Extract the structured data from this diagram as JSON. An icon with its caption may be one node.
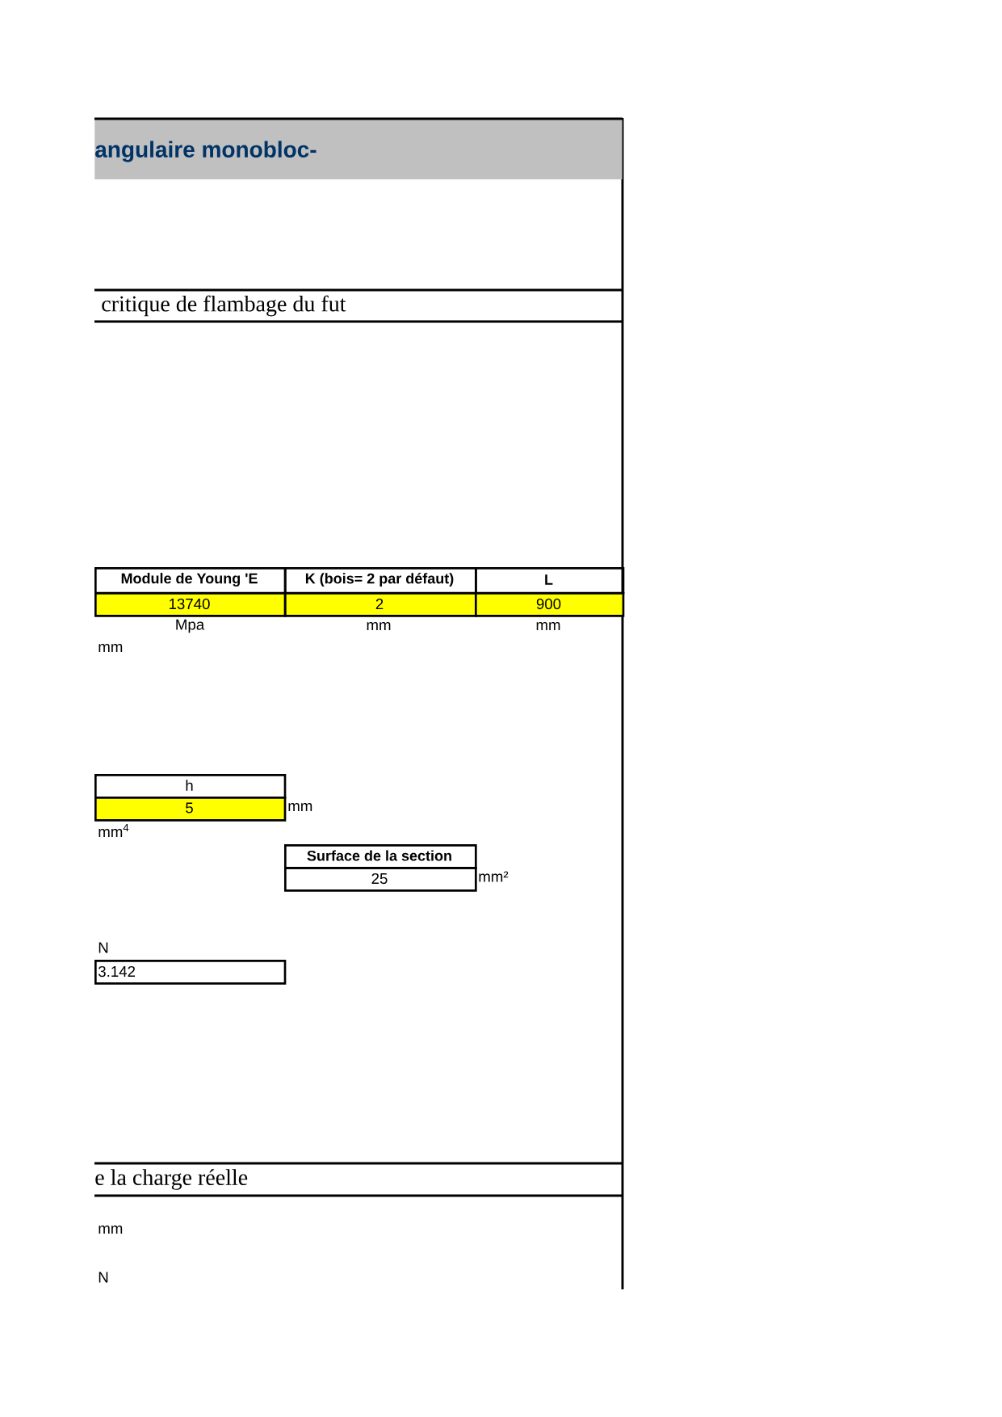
{
  "diagram": {
    "nodes": [
      {
        "text": [
          "angulaire monobloc-"
        ]
      },
      {
        "text": [
          "critique de flambage du fut"
        ]
      },
      {
        "text": [
          "Module de Young 'E"
        ]
      },
      {
        "text": [
          "K (bois= 2 par défaut)"
        ]
      },
      {
        "text": [
          "L"
        ]
      },
      {
        "text": [
          "13740"
        ]
      },
      {
        "text": [
          "2"
        ]
      },
      {
        "text": [
          "900"
        ]
      },
      {
        "text": [
          "h"
        ]
      },
      {
        "text": [
          "5"
        ]
      },
      {
        "text": [
          "Surface de la section"
        ]
      },
      {
        "text": [
          "25"
        ]
      },
      {
        "text": [
          "3.142"
        ]
      },
      {
        "text": [
          "e la charge réelle"
        ]
      }
    ],
    "labels": [
      "Mpa",
      "mm",
      "mm",
      "mm",
      "mm",
      "mm$^{4}$",
      "mm²",
      "N",
      "mm",
      "N"
    ]
  }
}
